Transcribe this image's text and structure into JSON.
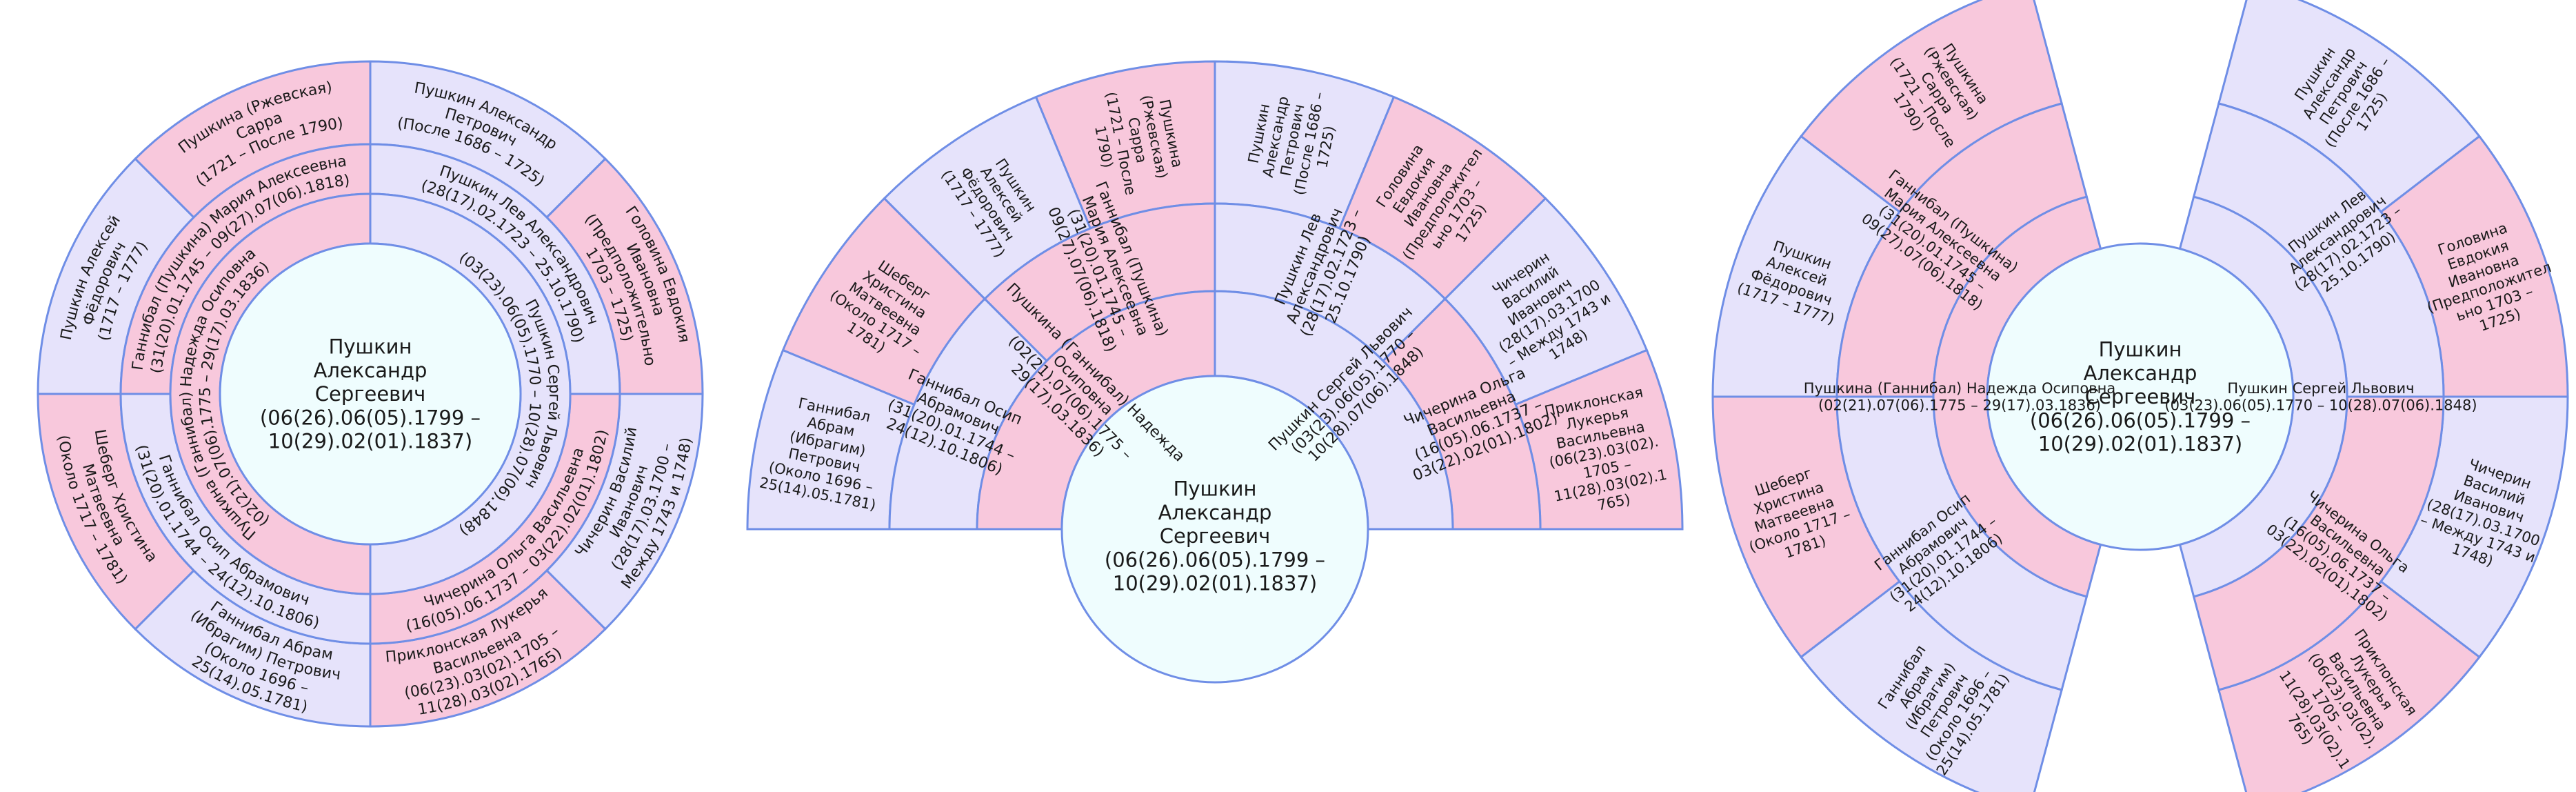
{
  "colors": {
    "male_fill": "#e6e3fb",
    "female_fill": "#f8c8dc",
    "root_fill": "#effdfe",
    "stroke": "#6f8ee6",
    "text": "#1a1a1a"
  },
  "people": {
    "root": {
      "lines": [
        "Пушкин",
        "Александр",
        "Сергеевич",
        "(06(26).06(05).1799 –",
        "10(29).02(01).1837)"
      ],
      "sex": "root"
    },
    "father": {
      "lines": [
        "Пушкин Сергей Львович",
        "(03(23).06(05).1770 – 10(28).07(06).1848)"
      ],
      "lines_fan": [
        "Пушкин Сергей Львович",
        "(03(23).06(05).1770 –",
        "10(28).07(06).1848)"
      ],
      "sex": "male"
    },
    "mother": {
      "lines": [
        "Пушкина (Ганнибал) Надежда Осиповна",
        "(02(21).07(06).1775 – 29(17).03.1836)"
      ],
      "lines_fan": [
        "Пушкина (Ганнибал) Надежда",
        "Осиповна",
        "(02(21).07(06).1775 –",
        "29(17).03.1836)"
      ],
      "sex": "female"
    },
    "ff": {
      "lines": [
        "Пушкин Лев Александрович",
        "(28(17).02.1723 – 25.10.1790)"
      ],
      "lines_fan": [
        "Пушкин Лев",
        "Александрович",
        "(28(17).02.1723 –",
        "25.10.1790)"
      ],
      "sex": "male"
    },
    "fm": {
      "lines": [
        "Чичерина Ольга Васильевна",
        "(16(05).06.1737 – 03(22).02(01).1802)"
      ],
      "lines_fan": [
        "Чичерина Ольга",
        "Васильевна",
        "(16(05).06.1737 –",
        "03(22).02(01).1802)"
      ],
      "sex": "female"
    },
    "mf": {
      "lines": [
        "Ганнибал Осип Абрамович",
        "(31(20).01.1744 – 24(12).10.1806)"
      ],
      "lines_fan": [
        "Ганнибал Осип",
        "Абрамович",
        "(31(20).01.1744 –",
        "24(12).10.1806)"
      ],
      "sex": "male"
    },
    "mm": {
      "lines": [
        "Ганнибал (Пушкина) Мария Алексеевна",
        "(31(20).01.1745 – 09(27).07(06).1818)"
      ],
      "lines_fan": [
        "Ганнибал (Пушкина)",
        "Мария Алексеевна",
        "(31(20).01.1745 –",
        "09(27).07(06).1818)"
      ],
      "sex": "female"
    },
    "fff": {
      "lines": [
        "Пушкин Александр",
        "Петрович",
        "(После 1686 – 1725)"
      ],
      "lines_fan": [
        "Пушкин",
        "Александр",
        "Петрович",
        "(После 1686 –",
        "1725)"
      ],
      "sex": "male"
    },
    "ffm": {
      "lines": [
        "Головина Евдокия",
        "Ивановна",
        "(Предположительно",
        "1703 – 1725)"
      ],
      "lines_fan": [
        "Головина",
        "Евдокия",
        "Ивановна",
        "(Предположител",
        "ьно 1703 –",
        "1725)"
      ],
      "sex": "female"
    },
    "fmf": {
      "lines": [
        "Чичерин Василий",
        "Иванович",
        "(28(17).03.1700 –",
        "Между 1743 и 1748)"
      ],
      "lines_fan": [
        "Чичерин",
        "Василий",
        "Иванович",
        "(28(17).03.1700",
        "– Между 1743 и",
        "1748)"
      ],
      "sex": "male"
    },
    "fmm": {
      "lines": [
        "Приклонская Лукерья",
        "Васильевна",
        "(06(23).03(02).1705 –",
        "11(28).03(02).1765)"
      ],
      "lines_fan": [
        "Приклонская",
        "Лукерья",
        "Васильевна",
        "(06(23).03(02).",
        "1705 –",
        "11(28).03(02).1",
        "765)"
      ],
      "sex": "female"
    },
    "mff": {
      "lines": [
        "Ганнибал Абрам",
        "(Ибрагим) Петрович",
        "(Около 1696 –",
        "25(14).05.1781)"
      ],
      "lines_fan": [
        "Ганнибал",
        "Абрам",
        "(Ибрагим)",
        "Петрович",
        "(Около 1696 –",
        "25(14).05.1781)"
      ],
      "sex": "male"
    },
    "mfm": {
      "lines": [
        "Шеберг Христина",
        "Матвеевна",
        "(Около 1717 – 1781)"
      ],
      "lines_fan": [
        "Шеберг",
        "Христина",
        "Матвеевна",
        "(Около 1717 –",
        "1781)"
      ],
      "sex": "female"
    },
    "mmf": {
      "lines": [
        "Пушкин Алексей",
        "Фёдорович",
        "(1717 – 1777)"
      ],
      "lines_fan": [
        "Пушкин",
        "Алексей",
        "Фёдорович",
        "(1717 – 1777)"
      ],
      "sex": "male"
    },
    "mmm": {
      "lines": [
        "Пушкина (Ржевская)",
        "Сарра",
        "(1721 – После 1790)"
      ],
      "lines_fan": [
        "Пушкина",
        "(Ржевская)",
        "Сарра",
        "(1721 – После",
        "1790)"
      ],
      "sex": "female"
    }
  }
}
